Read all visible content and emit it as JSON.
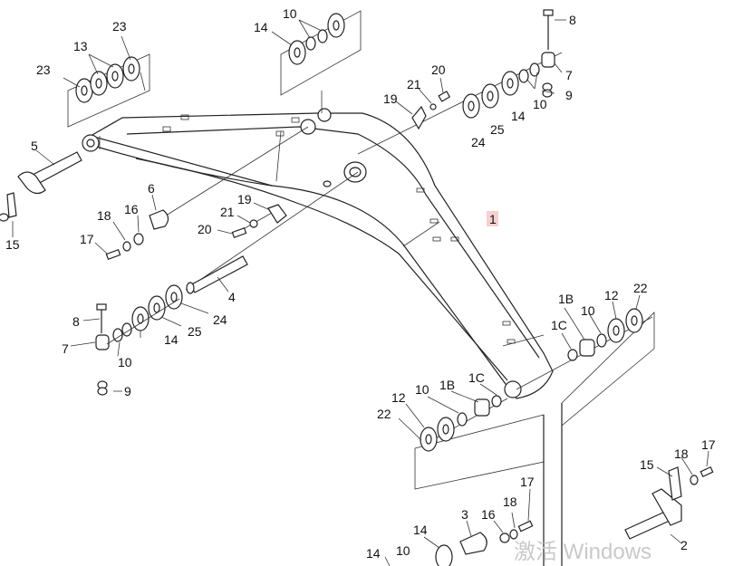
{
  "callouts": {
    "c23a": "23",
    "c13": "13",
    "c23b": "23",
    "c14a": "14",
    "c10a": "10",
    "c8a": "8",
    "c7a": "7",
    "c20a": "20",
    "c21a": "21",
    "c19a": "19",
    "c10b": "10",
    "c9a": "9",
    "c14b": "14",
    "c25a": "25",
    "c24a": "24",
    "c5": "5",
    "c15a": "15",
    "c6": "6",
    "c16a": "16",
    "c18a": "18",
    "c17a": "17",
    "c19b": "19",
    "c21b": "21",
    "c20b": "20",
    "c1": "1",
    "c4": "4",
    "c8b": "8",
    "c7b": "7",
    "c10c": "10",
    "c14c": "14",
    "c25b": "25",
    "c24b": "24",
    "c9b": "9",
    "c1Ba": "1B",
    "c12a": "12",
    "c22a": "22",
    "c10d": "10",
    "c1Ca": "1C",
    "c12b": "12",
    "c10e": "10",
    "c1Bb": "1B",
    "c1Cb": "1C",
    "c22b": "22",
    "c15b": "15",
    "c18b": "18",
    "c17b": "17",
    "c2": "2",
    "c17c": "17",
    "c18c": "18",
    "c16b": "16",
    "c3": "3",
    "c14d": "14",
    "c14e": "14",
    "c10f": "10"
  },
  "highlight_color": "#f7d0d0",
  "watermark": "激活 Windows"
}
